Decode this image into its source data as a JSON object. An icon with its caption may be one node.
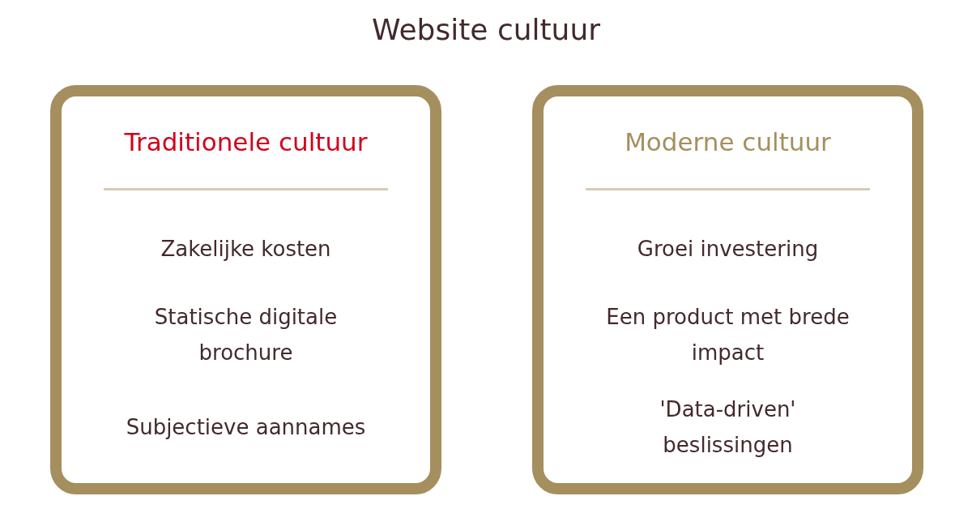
{
  "diagram": {
    "title": "Website cultuur",
    "nodes": [
      {
        "text": [
          "Traditionele cultuur",
          "Zakelijke kosten",
          "Statische digitale brochure",
          "Subjectieve aannames"
        ]
      },
      {
        "text": [
          "Moderne cultuur",
          "Groei investering",
          "Een product met brede impact",
          "'Data-driven' beslissingen"
        ]
      }
    ]
  }
}
